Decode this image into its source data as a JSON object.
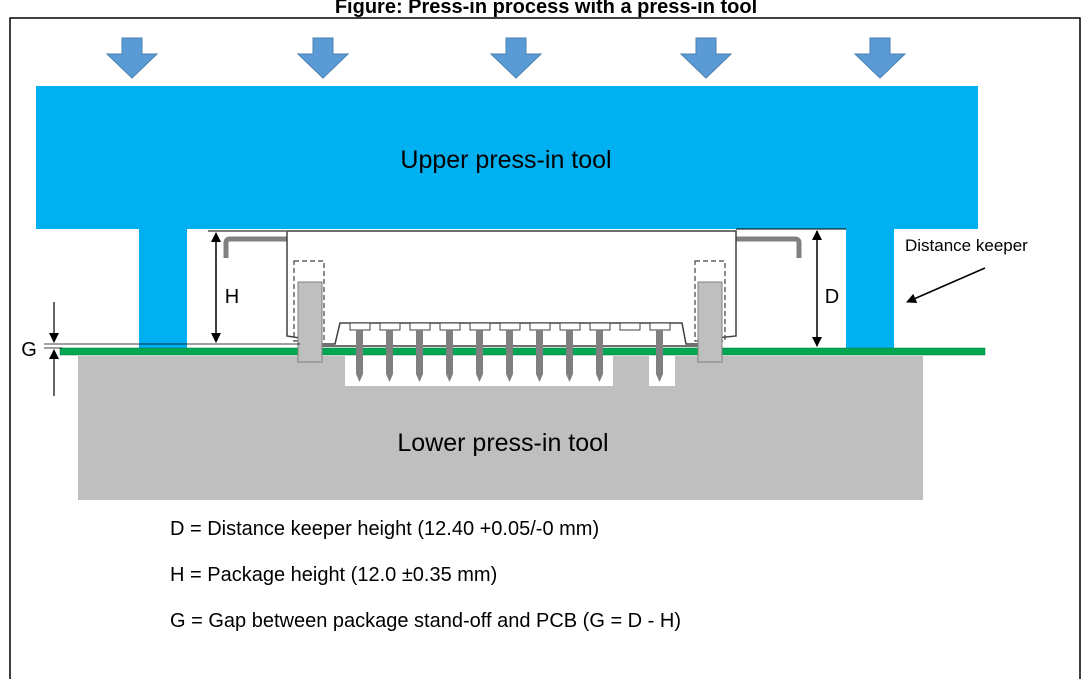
{
  "title": "Figure: Press-in process with a press-in tool",
  "labels": {
    "upper_tool": "Upper press-in tool",
    "lower_tool": "Lower press-in tool",
    "distance_keeper": "Distance keeper",
    "H": "H",
    "D": "D",
    "G": "G"
  },
  "legend": {
    "line1": "D = Distance keeper height (12.40 +0.05/-0 mm)",
    "line2": "H = Package height (12.0 ±0.35 mm)",
    "line3": "G = Gap between package stand-off and PCB (G = D - H)"
  },
  "colors": {
    "upper_tool": "#00b0f0",
    "arrow": "#5b9bd5",
    "lower_tool": "#bfbfbf",
    "pcb": "#00a651",
    "pin": "#808080",
    "package_outline": "#404040"
  }
}
